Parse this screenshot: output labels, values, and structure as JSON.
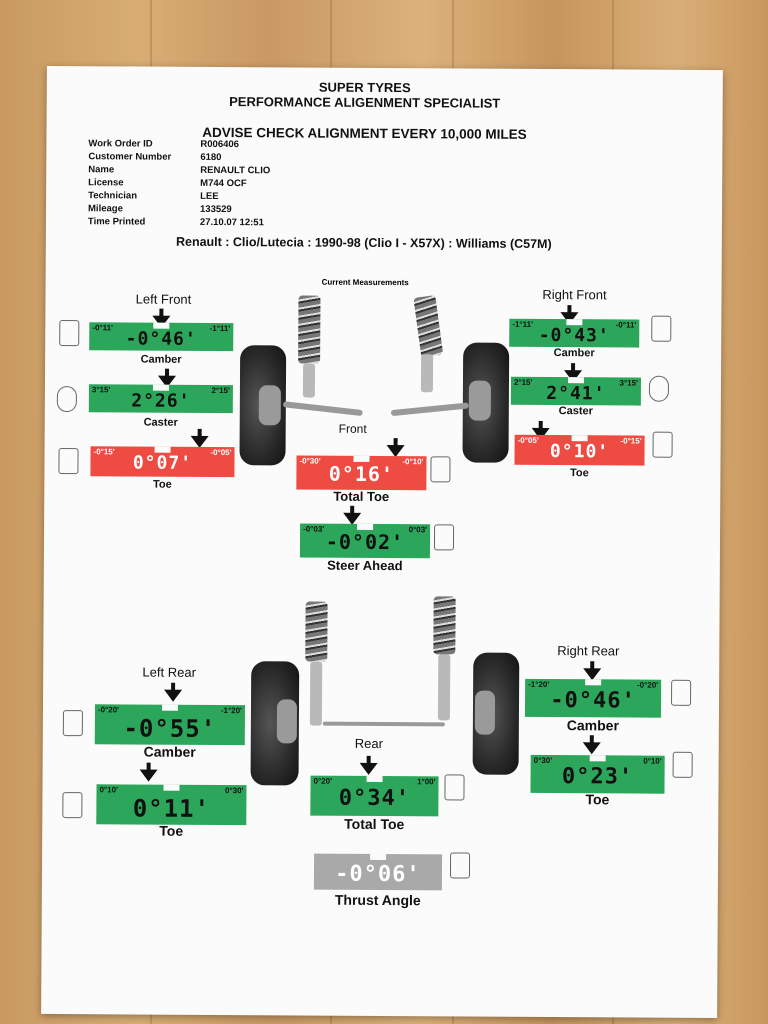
{
  "header": {
    "line1": "SUPER TYRES",
    "line2": "PERFORMANCE ALIGENMENT SPECIALIST",
    "advise": "ADVISE CHECK ALIGNMENT EVERY 10,000 MILES"
  },
  "info": [
    {
      "label": "Work Order ID",
      "value": "R006406"
    },
    {
      "label": "Customer Number",
      "value": "6180"
    },
    {
      "label": "Name",
      "value": "RENAULT CLIO"
    },
    {
      "label": "License",
      "value": "M744 OCF"
    },
    {
      "label": "Technician",
      "value": "LEE"
    },
    {
      "label": "Mileage",
      "value": "133529"
    },
    {
      "label": "Time Printed",
      "value": "27.10.07 12:51"
    }
  ],
  "vehicle": "Renault : Clio/Lutecia : 1990-98 (Clio I - X57X) : Williams (C57M)",
  "current_measurements": "Current Measurements",
  "front": {
    "label": "Front",
    "left_title": "Left Front",
    "right_title": "Right Front",
    "left_camber": {
      "lo": "-0°11'",
      "hi": "-1°11'",
      "value": "-0°46'",
      "caption": "Camber",
      "status": "green"
    },
    "left_caster": {
      "lo": "3°15'",
      "hi": "2°15'",
      "value": "2°26'",
      "caption": "Caster",
      "status": "green"
    },
    "left_toe": {
      "lo": "-0°15'",
      "hi": "-0°05'",
      "value": "0°07'",
      "caption": "Toe",
      "status": "red"
    },
    "right_camber": {
      "lo": "-1°11'",
      "hi": "-0°11'",
      "value": "-0°43'",
      "caption": "Camber",
      "status": "green"
    },
    "right_caster": {
      "lo": "2°15'",
      "hi": "3°15'",
      "value": "2°41'",
      "caption": "Caster",
      "status": "green"
    },
    "right_toe": {
      "lo": "-0°05'",
      "hi": "-0°15'",
      "value": "0°10'",
      "caption": "Toe",
      "status": "red"
    },
    "total_toe": {
      "lo": "-0°30'",
      "hi": "-0°10'",
      "value": "0°16'",
      "caption": "Total Toe",
      "status": "red"
    },
    "steer_ahead": {
      "lo": "-0°03'",
      "hi": "0°03'",
      "value": "-0°02'",
      "caption": "Steer Ahead",
      "status": "green"
    }
  },
  "rear": {
    "label": "Rear",
    "left_title": "Left Rear",
    "right_title": "Right Rear",
    "left_camber": {
      "lo": "-0°20'",
      "hi": "-1°20'",
      "value": "-0°55'",
      "caption": "Camber",
      "status": "green"
    },
    "left_toe": {
      "lo": "0°10'",
      "hi": "0°30'",
      "value": "0°11'",
      "caption": "Toe",
      "status": "green"
    },
    "right_camber": {
      "lo": "-1°20'",
      "hi": "-0°20'",
      "value": "-0°46'",
      "caption": "Camber",
      "status": "green"
    },
    "right_toe": {
      "lo": "0°30'",
      "hi": "0°10'",
      "value": "0°23'",
      "caption": "Toe",
      "status": "green"
    },
    "total_toe": {
      "lo": "0°20'",
      "hi": "1°00'",
      "value": "0°34'",
      "caption": "Total Toe",
      "status": "green"
    },
    "thrust_angle": {
      "value": "-0°06'",
      "caption": "Thrust Angle",
      "status": "grey"
    }
  }
}
